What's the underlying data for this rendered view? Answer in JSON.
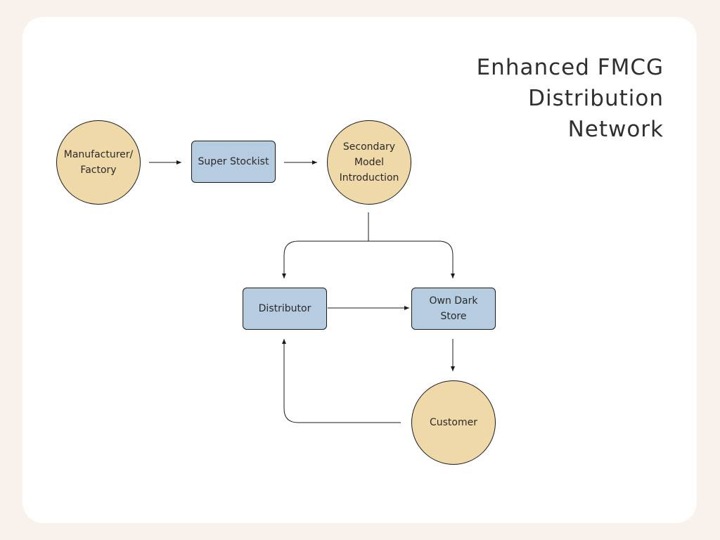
{
  "title": {
    "line1": "Enhanced FMCG",
    "line2": "Distribution",
    "line3": "Network"
  },
  "nodes": {
    "manufacturer": {
      "line1": "Manufacturer/",
      "line2": "Factory"
    },
    "super_stockist": {
      "label": "Super Stockist"
    },
    "secondary_model": {
      "line1": "Secondary",
      "line2": "Model",
      "line3": "Introduction"
    },
    "distributor": {
      "label": "Distributor"
    },
    "own_dark_store": {
      "line1": "Own Dark",
      "line2": "Store"
    },
    "customer": {
      "label": "Customer"
    }
  },
  "colors": {
    "background": "#f9f2ec",
    "canvas": "#ffffff",
    "circle_fill": "#f0d9a8",
    "box_fill": "#b6cce0",
    "stroke": "#1a1a1a",
    "text": "#2a2a2a"
  }
}
